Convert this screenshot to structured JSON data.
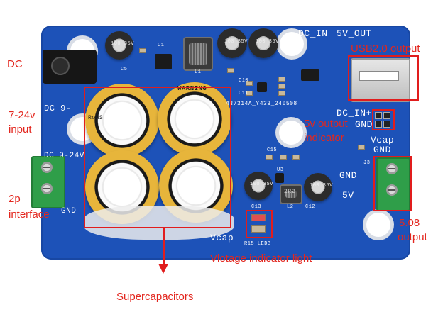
{
  "board": {
    "silkscreen": {
      "dc_in": "DC_IN",
      "five_v_out": "5V_OUT",
      "dc_9_24v": "DC 9-24V",
      "dc_9_short": "DC 9-",
      "gnd_left": "GND",
      "part_code": "437314A_Y433_240508",
      "dc_in_plus": "DC_IN+",
      "gnd_mid": "GND",
      "vcap_right": "Vcap",
      "gnd_right": "GND",
      "gnd_terminal": "GND",
      "five_v_terminal": "5V",
      "vcap_bottom": "Vcap",
      "r15_led3": "R15 LED3",
      "c1": "C1",
      "c5": "C5",
      "l1": "L1",
      "c10": "C10",
      "c11": "C11",
      "c15": "C15",
      "c12": "C12",
      "c13": "C13",
      "l2": "L2",
      "u3": "U3",
      "j3": "J3"
    },
    "cap_labels": {
      "small_cap": "100 35V",
      "ecap_a": "100 35V",
      "ecap_b": "100 35V",
      "ecap_c": "100 35V",
      "ecap_d": "100 35V",
      "supercap_brand": "WARNING",
      "supercap_mark": "RoHS",
      "inductor_mark": "2R2"
    }
  },
  "annotations": {
    "dc": "DC",
    "input_range_line1": "7-24v",
    "input_range_line2": "input",
    "interface_line1": "2p",
    "interface_line2": "interface",
    "usb_output": "USB2.0 output",
    "indicator_line1": "5v output",
    "indicator_line2": "indicator",
    "terminal_line1": "5.08",
    "terminal_line2": "output",
    "voltage_light": "Vlotage indicator light",
    "supercapacitors": "Supercapacitors"
  },
  "colors": {
    "pcb": "#1d52b8",
    "annotation": "#e11d1d",
    "supercap_sleeve": "#e7b53b",
    "terminal_green": "#2f9e49"
  }
}
